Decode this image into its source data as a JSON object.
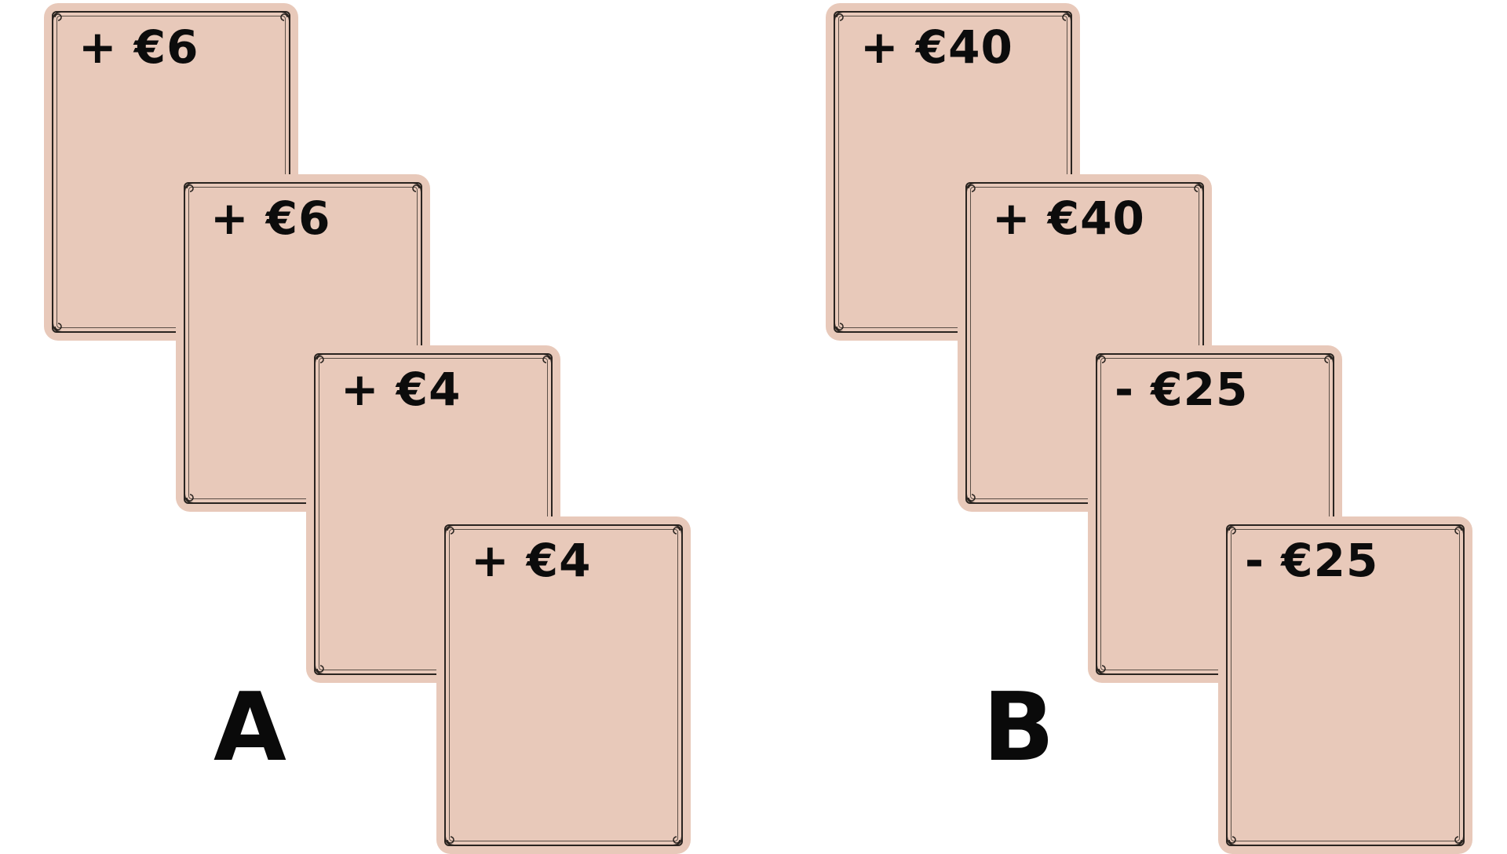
{
  "groups": [
    {
      "label": "A",
      "cards": [
        "+ €6",
        "+ €6",
        "+ €4",
        "+ €4"
      ]
    },
    {
      "label": "B",
      "cards": [
        "+ €40",
        "+ €40",
        "- €25",
        "- €25"
      ]
    }
  ],
  "colors": {
    "card_fill": "#e8c9ba",
    "card_frame": "#2a2420",
    "text": "#0c0c0c",
    "background": "#ffffff"
  },
  "icons": {
    "card_corner": "scroll-ornament-icon"
  }
}
